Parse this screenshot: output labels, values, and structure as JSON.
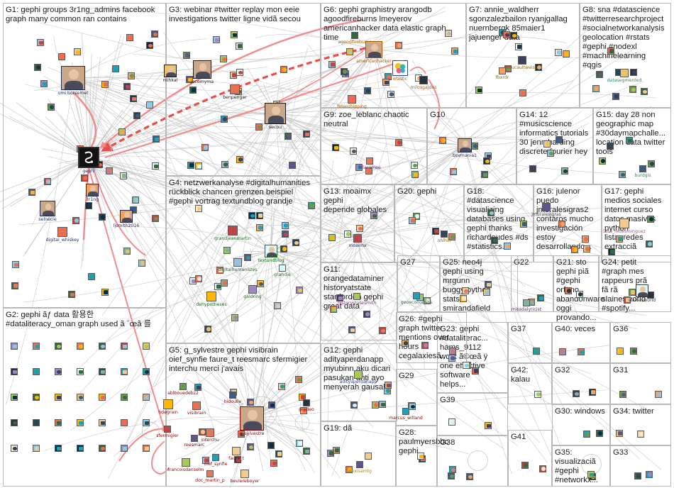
{
  "colors": {
    "edge": "#c8c8c8",
    "edge_strong": "#f08080",
    "edge_accent": "#e83a3a",
    "box_border": "#b8b8b8",
    "label_g1": "#1b2a5c",
    "label_g3": "#1a1a1a",
    "label_g4": "#1a6b1a",
    "label_g5": "#8b0000",
    "label_g6": "#b05a00",
    "label_g7": "#8a6a00",
    "label_g8": "#2d8a6a",
    "label_g9": "#5a1a6a",
    "label_g11": "#8a3a8a",
    "label_g12": "#2a3a8a",
    "label_g13": "#1b2a5c",
    "label_g16": "#3a3a3a",
    "label_g17": "#a05a8a",
    "label_g21": "#7a1a1a",
    "label_g27": "#2a6a4a",
    "label_g28": "#a08a1a"
  },
  "groups": [
    {
      "id": "G1",
      "title": "G1: gephi groups 3r1ng_admins facebook\ngraph many common ran contains"
    },
    {
      "id": "G2",
      "title": "G2: gephi ãƒ data 활용한\n#dataliteracy_oman graph used ã ´œã 를"
    },
    {
      "id": "G3",
      "title": "G3: webinar #twitter replay mon eeie\ninvestigations twitter ligne vidã secou"
    },
    {
      "id": "G4",
      "title": "G4: netzwerkanalyse #digitalhumanities\nrückblick chancen grenzen beispiel\n#gephi vortrag textundblog grandje"
    },
    {
      "id": "G5",
      "title": "G5: g_sylvestre gephi visibrain\noief_synfie faure_t reesmarc sfermigier\ninterchu merci j'avais"
    },
    {
      "id": "G6",
      "title": "G6: gephi graphistry arangodb\nagoodfireburns lmeyerov\namericanhacker data elastic graph\ntime"
    },
    {
      "id": "G7",
      "title": "G7: annie_waldherr\nsgonzalezbailon ryanjgallag\nnuernbergk 85maier1\njajuenger data"
    },
    {
      "id": "G8",
      "title": "G8: sna #datascience\n#twitterresearchproject\n#socialnetworkanalysis\ngeolocation #rstats\n#gephi #nodexl\n#machinelearning\n#qgis"
    },
    {
      "id": "G9",
      "title": "G9: zoe_leblanc chaotic\nneutral"
    },
    {
      "id": "G10",
      "title": "G10"
    },
    {
      "id": "G11",
      "title": "G11:\norangedataminer\nhistoryatstate\nstanforddh gephi\ngreat data"
    },
    {
      "id": "G12",
      "title": "G12: gephi\nadityaperdanapp\nmyubinn aku dicari\npasukan anti ayo\nmenyerah gausah"
    },
    {
      "id": "G13",
      "title": "G13: moaimx gephi\ndepende globales"
    },
    {
      "id": "G14",
      "title": "G14: 12\n#musicscience\ninformatics tutorials\n30 jenn harding\ndiscrete fourier hey"
    },
    {
      "id": "G15",
      "title": "G15: day 28 non\ngeographic map\n#30daymapchalle...\nlocation data twitter\ntools"
    },
    {
      "id": "G16",
      "title": "G16: julenor\npuedo\njmoralesigras2\ncontaros mucho\ninvestigación\nestoy\ndesarrollando..."
    },
    {
      "id": "G17",
      "title": "G17: gephi\nmedios sociales\ninternet curso\ndatos masivos\npython\nlista_redes\nextracciã"
    },
    {
      "id": "G18",
      "title": "G18:\n#datascience\nvisualizing\ndatabases using\ngephi thanks\nrichardeudes #ds\n#statistics..."
    },
    {
      "id": "G19",
      "title": "G19: dã"
    },
    {
      "id": "G20",
      "title": "G20: gephi"
    },
    {
      "id": "G21",
      "title": "G21: sto\ngephi piã\n#gephi orfano\nabandonware\noggi\nprovando..."
    },
    {
      "id": "G22",
      "title": "G22"
    },
    {
      "id": "G23",
      "title": "G23: gephi\n#dataliterac...\nhams_9112\nwork ã©œã ÿ\none effective\nsoftware\nhelps..."
    },
    {
      "id": "G24",
      "title": "G24: petit\n#graph mes\nrappeurs prã\nfã rã\nslainesworld\n#spotify..."
    },
    {
      "id": "G25",
      "title": "G25: neo4j\ngephi using\nmrgunn\nbuggy python\nstats\nsmirandafield"
    },
    {
      "id": "G26",
      "title": "G26: #gephi\ngraph twitter\nmentions over\nhours\ncegalaxiesã..."
    },
    {
      "id": "G27",
      "title": "G27"
    },
    {
      "id": "G28",
      "title": "G28:\npaulmyersbbc\ngephi"
    },
    {
      "id": "G29",
      "title": "G29"
    },
    {
      "id": "G30",
      "title": "G30: windows"
    },
    {
      "id": "G31",
      "title": "G31"
    },
    {
      "id": "G32",
      "title": "G32"
    },
    {
      "id": "G33",
      "title": "G33"
    },
    {
      "id": "G34",
      "title": "G34: twitter"
    },
    {
      "id": "G35",
      "title": "G35:\nvisualizaciã\n#gephi\n#networkx..."
    },
    {
      "id": "G36",
      "title": "G36"
    },
    {
      "id": "G37",
      "title": "G37"
    },
    {
      "id": "G38",
      "title": "G38"
    },
    {
      "id": "G39",
      "title": "G39"
    },
    {
      "id": "G40",
      "title": "G40: veces"
    },
    {
      "id": "G41",
      "title": "G41"
    },
    {
      "id": "G42",
      "title": "G42: kalau"
    }
  ],
  "vertices": [
    {
      "name": "umi borsemet",
      "group": "G1",
      "color": "#1b2a5c"
    },
    {
      "name": "gephi",
      "group": "G1",
      "color": "#1b2a5c"
    },
    {
      "name": "3r1ng",
      "group": "G1",
      "color": "#1b2a5c"
    },
    {
      "name": "selnecle",
      "group": "G1",
      "color": "#1b2a5c"
    },
    {
      "name": "ljsmith2016",
      "group": "G1",
      "color": "#1b2a5c"
    },
    {
      "name": "digital_whiskey",
      "group": "G1",
      "color": "#1b2a5c"
    },
    {
      "name": "mihkal",
      "group": "G3",
      "color": "#1a1a1a"
    },
    {
      "name": "jacomyma",
      "group": "G3",
      "color": "#1a1a1a"
    },
    {
      "name": "benpenger",
      "group": "G3",
      "color": "#1a1a1a"
    },
    {
      "name": "secou",
      "group": "G3",
      "color": "#1a1a1a"
    },
    {
      "name": "grandjeanmartin",
      "group": "G4",
      "color": "#1a6b1a"
    },
    {
      "name": "textundblog",
      "group": "G4",
      "color": "#1a6b1a"
    },
    {
      "name": "digitalhumanistes",
      "group": "G4",
      "color": "#1a6b1a"
    },
    {
      "name": "grandje",
      "group": "G4",
      "color": "#1a6b1a"
    },
    {
      "name": "galdring",
      "group": "G4",
      "color": "#1a6b1a"
    },
    {
      "name": "dehypotheses",
      "group": "G4",
      "color": "#1a6b1a"
    },
    {
      "name": "ablbouedebz2",
      "group": "G5",
      "color": "#8b0000"
    },
    {
      "name": "_hidoulle_",
      "group": "G5",
      "color": "#8b0000"
    },
    {
      "name": "hdegrain",
      "group": "G5",
      "color": "#8b0000"
    },
    {
      "name": "visibrain",
      "group": "G5",
      "color": "#8b0000"
    },
    {
      "name": "sfermigier",
      "group": "G5",
      "color": "#8b0000"
    },
    {
      "name": "interchu",
      "group": "G5",
      "color": "#8b0000"
    },
    {
      "name": "reesmarc",
      "group": "G5",
      "color": "#8b0000"
    },
    {
      "name": "g_sylvestre",
      "group": "G5",
      "color": "#8b0000"
    },
    {
      "name": "faure_t",
      "group": "G5",
      "color": "#8b0000"
    },
    {
      "name": "oief_synfie",
      "group": "G5",
      "color": "#8b0000"
    },
    {
      "name": "francoisdanselm",
      "group": "G5",
      "color": "#8b0000"
    },
    {
      "name": "doc_martin_p",
      "group": "G5",
      "color": "#8b0000"
    },
    {
      "name": "beviereboyer",
      "group": "G5",
      "color": "#8b0000"
    },
    {
      "name": "predeo",
      "group": "G5",
      "color": "#8b0000"
    },
    {
      "name": "agoodfireburns",
      "group": "G6",
      "color": "#b05a00"
    },
    {
      "name": "americanhacker",
      "group": "G6",
      "color": "#b05a00"
    },
    {
      "name": "elastic",
      "group": "G6",
      "color": "#b05a00"
    },
    {
      "name": "milosgajdos",
      "group": "G6",
      "color": "#b05a00"
    },
    {
      "name": "felonshipping",
      "group": "G6",
      "color": "#b05a00"
    },
    {
      "name": "foucaultweiss",
      "group": "G7",
      "color": "#8a6a00"
    },
    {
      "name": "fbxrdr",
      "group": "G7",
      "color": "#8a6a00"
    },
    {
      "name": "datasegmented",
      "group": "G8",
      "color": "#2d8a6a"
    },
    {
      "name": "fdlaramee",
      "group": "G9",
      "color": "#5a1a6a"
    },
    {
      "name": "bsvmania1",
      "group": "G10",
      "color": "#1b2a5c"
    },
    {
      "name": "burdgis",
      "group": "G15",
      "color": "#2d8a6a"
    },
    {
      "name": "jmoralesigras",
      "group": "G16",
      "color": "#3a3a3a"
    },
    {
      "name": "lista_redesminguez",
      "group": "G17",
      "color": "#a05a8a"
    },
    {
      "name": "moaimx",
      "group": "G13",
      "color": "#1b2a5c"
    },
    {
      "name": "nhlhin",
      "group": "G20",
      "color": "#8a6a00"
    },
    {
      "name": "historystatesmith",
      "group": "G11",
      "color": "#8a3a8a"
    },
    {
      "name": "geoeconomics",
      "group": "G27",
      "color": "#2a6a4a"
    },
    {
      "name": "missdalyricist",
      "group": "G22",
      "color": "#5a1a6a"
    },
    {
      "name": "slainesworld",
      "group": "G24",
      "color": "#3a3a3a"
    },
    {
      "name": "adityaperdanapp",
      "group": "G12",
      "color": "#2a3a8a"
    },
    {
      "name": "marcus_willand",
      "group": "G29",
      "color": "#8b0000"
    },
    {
      "name": "alexisamtg",
      "group": "G19",
      "color": "#a08a1a"
    }
  ]
}
